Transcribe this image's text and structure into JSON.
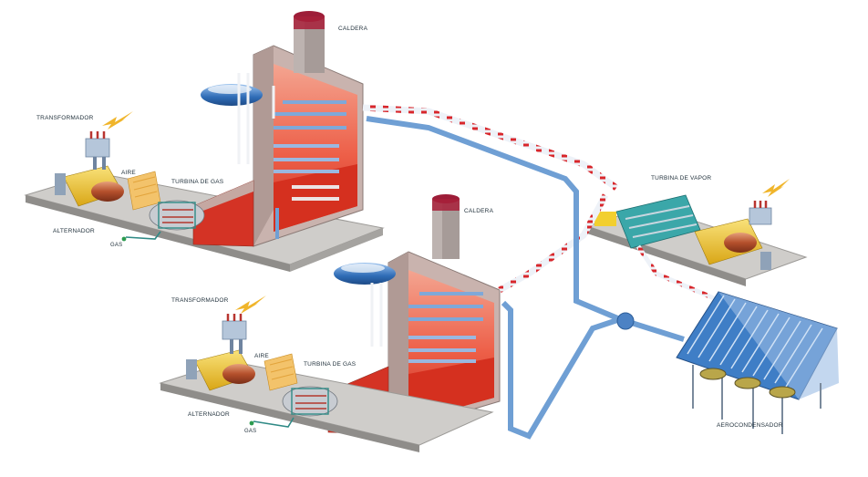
{
  "labels": {
    "caldera_top": "CALDERA",
    "caldera_mid": "CALDERA",
    "transformador_top": "TRANSFORMADOR",
    "aire_top": "AIRE",
    "turbina_gas_top": "TURBINA DE GAS",
    "alternador_top": "ALTERNADOR",
    "gas_top": "GAS",
    "turbina_vapor": "TURBINA DE VAPOR",
    "transformador_bottom": "TRANSFORMADOR",
    "aire_bottom": "AIRE",
    "turbina_gas_bottom": "TURBINA DE GAS",
    "alternador_bottom": "ALTERNADOR",
    "gas_bottom": "GAS",
    "aerocondensador": "AEROCONDENSADOR"
  },
  "colors": {
    "platform": "#c9c7c4",
    "platform_side": "#8f8d8a",
    "boiler_wall": "#c7b2ad",
    "boiler_hot": "#e53a2c",
    "boiler_glow": "#f6a48f",
    "stack": "#a89d9a",
    "stack_top": "#a8203a",
    "pipe_blue": "#6f9fd4",
    "pipe_light": "#e8eef6",
    "pipe_red": "#d8262b",
    "alternator": "#f2cf2f",
    "alternator_dark": "#d59f15",
    "turbine_teal": "#3ba7a9",
    "condenser_blue": "#3f7ec6",
    "bolt": "#f0b52b"
  }
}
